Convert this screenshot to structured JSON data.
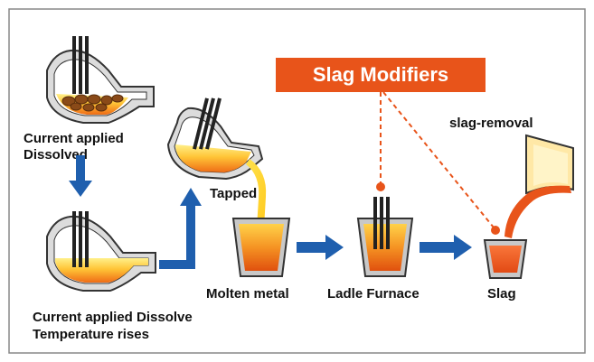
{
  "diagram": {
    "badge": {
      "label": "Slag Modifiers",
      "color": "#e8541a"
    },
    "labels": {
      "step1": [
        "Current applied",
        "Dissolved"
      ],
      "step2": [
        "Current applied Dissolve",
        "Temperature rises"
      ],
      "tapped": "Tapped",
      "molten_metal": "Molten metal",
      "ladle_furnace": "Ladle Furnace",
      "slag": "Slag",
      "slag_removal": "slag-removal"
    },
    "colors": {
      "arrow": "#1f5fae",
      "furnace_shell": "#d9d9d9",
      "outline": "#333333",
      "molten_top": "#ffe066",
      "molten_bottom": "#f07818",
      "electrode": "#222222",
      "slag_dashes": "#e8541a",
      "frame_border": "#888888"
    },
    "icons": [
      "arc-furnace-icon",
      "tilting-furnace-icon",
      "ladle-icon",
      "slag-pot-icon",
      "dump-box-icon",
      "flow-arrow-icon",
      "electrode-icon"
    ]
  }
}
